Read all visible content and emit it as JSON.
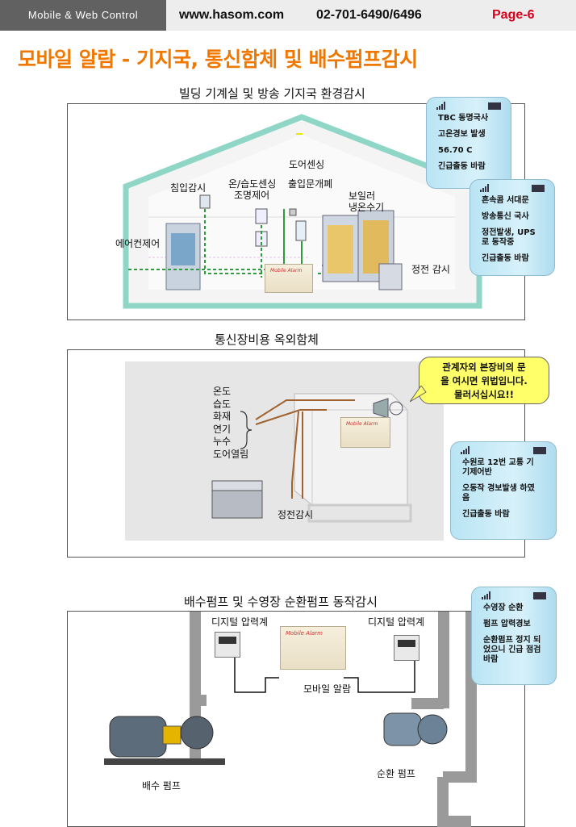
{
  "header": {
    "left_label": "Mobile & Web Control",
    "site": "www.hasom.com",
    "phone": "02-701-6490/6496",
    "page": "Page-6"
  },
  "title": "모바일 알람 - 기지국, 통신함체 및 배수펌프감시",
  "section1": {
    "title": "빌딩 기계실 및 방송 기지국 환경감시",
    "labels": {
      "door_sensing": "도어센싱",
      "intrusion": "침입감시",
      "temp_humidity": "온/습도센싱",
      "lighting": "조명제어",
      "access_door": "출입문개폐",
      "boiler": "보일러",
      "chiller": "냉온수기",
      "aircon": "에어컨제어",
      "power_failure": "정전 감시"
    },
    "phone1": [
      "TBC 동명국사",
      "고온경보 발생",
      "56.70 C",
      "긴급출동 바람"
    ],
    "phone2": [
      "흔속콤 서대문",
      "방송통신 국사",
      "정전발생, UPS 로 동작중",
      "긴급출동 바람"
    ]
  },
  "section2": {
    "title": "통신장비용 옥외함체",
    "sensors": [
      "온도",
      "습도",
      "화재",
      "연기",
      "누수",
      "도어열림"
    ],
    "power_failure": "정전감시",
    "bubble": [
      "관계자외 본장비의 문",
      "을 여시면 위법입니다.",
      "물러서십시요!!"
    ],
    "phone": [
      "수원로 12번 교통 기기제어반",
      "오동작 경보발생 하였음",
      "긴급출동 바람"
    ]
  },
  "section3": {
    "title": "배수펌프 및 수영장 순환펌프 동작감시",
    "gauge_left": "디지털 압력계",
    "gauge_right": "디지털 압력계",
    "mobile_alarm": "모바일 알람",
    "drain_pump": "배수 펌프",
    "circ_pump": "순환 펌프",
    "phone": [
      "수영장 순환",
      "펌프 압력경보",
      "순환펌프 정지 되었으니 긴급 점검 바람"
    ]
  },
  "device_logo": "Mobile Alarm",
  "colors": {
    "title_orange": "#f07800",
    "page_red": "#d6001c",
    "bubble_yellow": "#ffff6a",
    "pipe_gray": "#9a9a9a"
  }
}
